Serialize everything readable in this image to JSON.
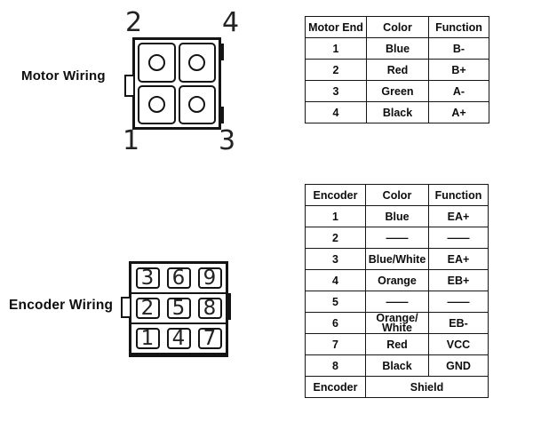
{
  "page": {
    "background": "#ffffff",
    "line_color": "#141414"
  },
  "motor": {
    "label": "Motor Wiring",
    "connector": {
      "pins": {
        "top_left": "2",
        "top_right": "4",
        "bottom_left": "1",
        "bottom_right": "3"
      }
    },
    "table": {
      "headers": [
        "Motor End",
        "Color",
        "Function"
      ],
      "rows": [
        [
          "1",
          "Blue",
          "B-"
        ],
        [
          "2",
          "Red",
          "B+"
        ],
        [
          "3",
          "Green",
          "A-"
        ],
        [
          "4",
          "Black",
          "A+"
        ]
      ]
    }
  },
  "encoder": {
    "label": "Encoder Wiring",
    "connector": {
      "grid": [
        [
          "3",
          "6",
          "9"
        ],
        [
          "2",
          "5",
          "8"
        ],
        [
          "1",
          "4",
          "7"
        ]
      ]
    },
    "table": {
      "headers": [
        "Encoder",
        "Color",
        "Function"
      ],
      "rows": [
        [
          "1",
          "Blue",
          "EA+"
        ],
        [
          "2",
          "——",
          "——"
        ],
        [
          "3",
          "Blue/White",
          "EA+"
        ],
        [
          "4",
          "Orange",
          "EB+"
        ],
        [
          "5",
          "——",
          "——"
        ],
        [
          "6",
          "Orange/\nWhite",
          "EB-"
        ],
        [
          "7",
          "Red",
          "VCC"
        ],
        [
          "8",
          "Black",
          "GND"
        ]
      ],
      "footer": {
        "label": "Encoder",
        "value": "Shield"
      }
    }
  }
}
